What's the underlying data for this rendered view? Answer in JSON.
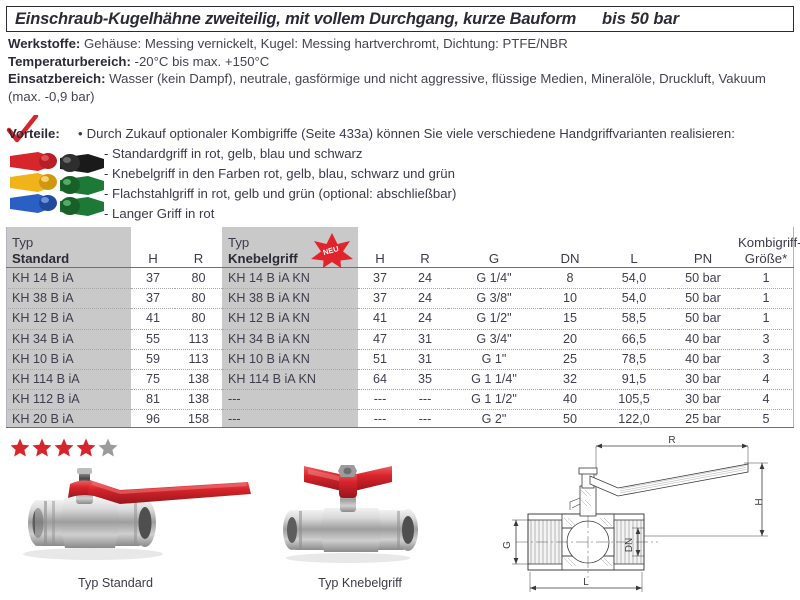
{
  "title": {
    "main": "Einschraub-Kugelhähne zweiteilig, mit vollem Durchgang, kurze Bauform",
    "pressure": "bis 50 bar"
  },
  "specs": [
    {
      "label": "Werkstoffe:",
      "value": "Gehäuse: Messing vernickelt, Kugel: Messing hartverchromt, Dichtung: PTFE/NBR"
    },
    {
      "label": "Temperaturbereich:",
      "value": "-20°C bis max. +150°C"
    },
    {
      "label": "Einsatzbereich:",
      "value": "Wasser (kein Dampf), neutrale, gasförmige und nicht aggressive, flüssige Medien, Mineralöle, Druckluft, Vakuum (max. -0,9 bar)"
    }
  ],
  "vorteile": {
    "heading": "Vorteile:",
    "bullet": "•",
    "intro": "Durch Zukauf optionaler Kombigriffe (Seite 433a) können Sie viele verschiedene Handgriffvarianten realisieren:",
    "items": [
      "- Standardgriff in rot, gelb, blau und schwarz",
      "- Knebelgriff in den Farben rot, gelb, blau, schwarz und grün",
      "- Flachstahlgriff in rot, gelb und grün (optional: abschließbar)",
      "- Langer Griff in rot"
    ],
    "handle_colors": [
      "#d7252c",
      "#1a1a1a",
      "#f0b41a",
      "#1d7a36",
      "#2a5fc4",
      "#1d7a36"
    ]
  },
  "table": {
    "headers": [
      {
        "top": "Typ",
        "bottom": "Standard",
        "align": "left"
      },
      {
        "top": "",
        "bottom": "H",
        "align": "center"
      },
      {
        "top": "",
        "bottom": "R",
        "align": "center"
      },
      {
        "top": "Typ",
        "bottom": "Knebelgriff",
        "align": "left"
      },
      {
        "top": "",
        "bottom": "H",
        "align": "center"
      },
      {
        "top": "",
        "bottom": "R",
        "align": "center"
      },
      {
        "top": "",
        "bottom": "G",
        "align": "center"
      },
      {
        "top": "",
        "bottom": "DN",
        "align": "center"
      },
      {
        "top": "",
        "bottom": "L",
        "align": "center"
      },
      {
        "top": "",
        "bottom": "PN",
        "align": "center"
      },
      {
        "top": "Kombigriff-",
        "bottom": "Größe*",
        "align": "center"
      }
    ],
    "badge": "NEU",
    "rows": [
      [
        "KH 14 B iA",
        "37",
        "80",
        "KH 14 B iA KN",
        "37",
        "24",
        "G 1/4\"",
        "8",
        "54,0",
        "50 bar",
        "1"
      ],
      [
        "KH 38 B iA",
        "37",
        "80",
        "KH 38 B iA KN",
        "37",
        "24",
        "G 3/8\"",
        "10",
        "54,0",
        "50 bar",
        "1"
      ],
      [
        "KH 12 B iA",
        "41",
        "80",
        "KH 12 B iA KN",
        "41",
        "24",
        "G 1/2\"",
        "15",
        "58,5",
        "50 bar",
        "1"
      ],
      [
        "KH 34 B iA",
        "55",
        "113",
        "KH 34 B iA KN",
        "47",
        "31",
        "G 3/4\"",
        "20",
        "66,5",
        "40 bar",
        "3"
      ],
      [
        "KH 10 B iA",
        "59",
        "113",
        "KH 10 B iA KN",
        "51",
        "31",
        "G 1\"",
        "25",
        "78,5",
        "40 bar",
        "3"
      ],
      [
        "KH 114 B iA",
        "75",
        "138",
        "KH 114 B iA KN",
        "64",
        "35",
        "G 1 1/4\"",
        "32",
        "91,5",
        "30 bar",
        "4"
      ],
      [
        "KH 112 B iA",
        "81",
        "138",
        "---",
        "---",
        "---",
        "G 1 1/2\"",
        "40",
        "105,5",
        "30 bar",
        "4"
      ],
      [
        "KH 20 B iA",
        "96",
        "158",
        "---",
        "---",
        "---",
        "G 2\"",
        "50",
        "122,0",
        "25 bar",
        "5"
      ]
    ]
  },
  "rating": {
    "filled": 4,
    "total": 5,
    "filled_color": "#d7252c",
    "empty_color": "#9b9b9b"
  },
  "captions": {
    "standard": "Typ Standard",
    "knebelgriff": "Typ Knebelgriff"
  },
  "drawing_labels": {
    "r": "R",
    "h": "H",
    "g": "G",
    "dn": "DN",
    "l": "L"
  }
}
